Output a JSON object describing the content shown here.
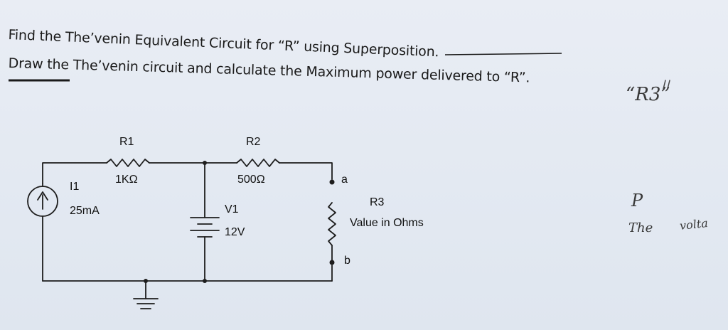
{
  "question": {
    "line1": "Find the The’venin Equivalent Circuit for “R” using Superposition.",
    "line2": "Draw the The’venin circuit and calculate the Maximum power delivered to “R”."
  },
  "handwriting": {
    "r3_note": "“R3”",
    "p_note": "P",
    "the_note": "The",
    "volt_note": "volta"
  },
  "circuit": {
    "r1_name": "R1",
    "r1_value": "1KΩ",
    "r2_name": "R2",
    "r2_value": "500Ω",
    "i1_name": "I1",
    "i1_value": "25mA",
    "v1_name": "V1",
    "v1_value": "12V",
    "r3_name": "R3",
    "r3_value": "Value in Ohms",
    "node_a": "a",
    "node_b": "b"
  }
}
